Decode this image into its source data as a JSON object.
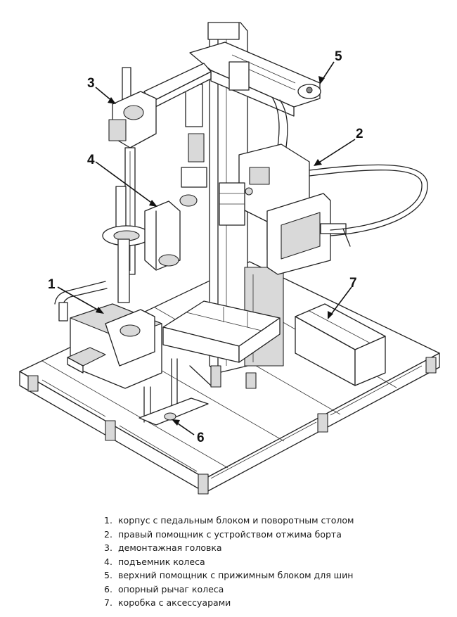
{
  "callouts": [
    "1",
    "2",
    "3",
    "4",
    "5",
    "6",
    "7"
  ],
  "legend": [
    {
      "num": "1.",
      "text": "корпус с педальным блоком и поворотным столом"
    },
    {
      "num": "2.",
      "text": "правый помощник с устройством отжима борта"
    },
    {
      "num": "3.",
      "text": "демонтажная головка"
    },
    {
      "num": "4.",
      "text": "подъемник колеса"
    },
    {
      "num": "5.",
      "text": "верхний помощник с прижимным блоком для шин"
    },
    {
      "num": "6.",
      "text": "опорный рычаг колеса"
    },
    {
      "num": "7.",
      "text": "коробка с аксессуарами"
    }
  ]
}
